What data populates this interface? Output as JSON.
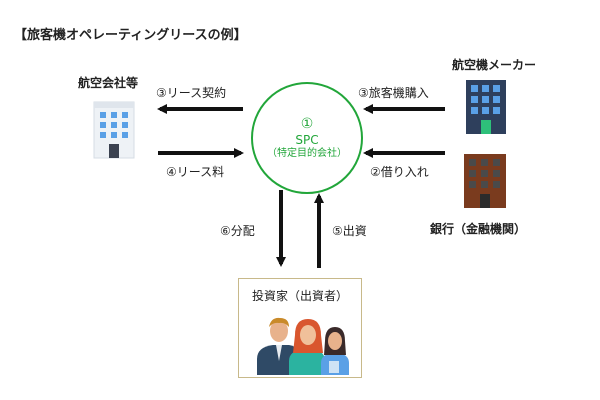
{
  "title": "【旅客機オペレーティングリースの例】",
  "nodes": {
    "airline": {
      "label": "航空会社等",
      "icon": "office-building-icon"
    },
    "manufacturer": {
      "label": "航空機メーカー",
      "icon": "office-building-icon"
    },
    "bank": {
      "label": "銀行（金融機関）",
      "icon": "bank-building-icon"
    },
    "spc": {
      "number": "①",
      "label": "SPC",
      "sub": "（特定目的会社）"
    },
    "investor": {
      "label": "投資家（出資者）",
      "icon": "people-icon"
    }
  },
  "flows": {
    "lease_contract": "③リース契約",
    "aircraft_purchase": "③旅客機購入",
    "lease_fee": "④リース料",
    "borrowing": "②借り入れ",
    "distribution": "⑥分配",
    "investment": "⑤出資"
  },
  "colors": {
    "spc_green": "#22a63a",
    "arrow": "#111111",
    "building_blue": "#2e3f5c",
    "building_brown": "#7a3b1e",
    "investor_border": "#c8b98a"
  }
}
